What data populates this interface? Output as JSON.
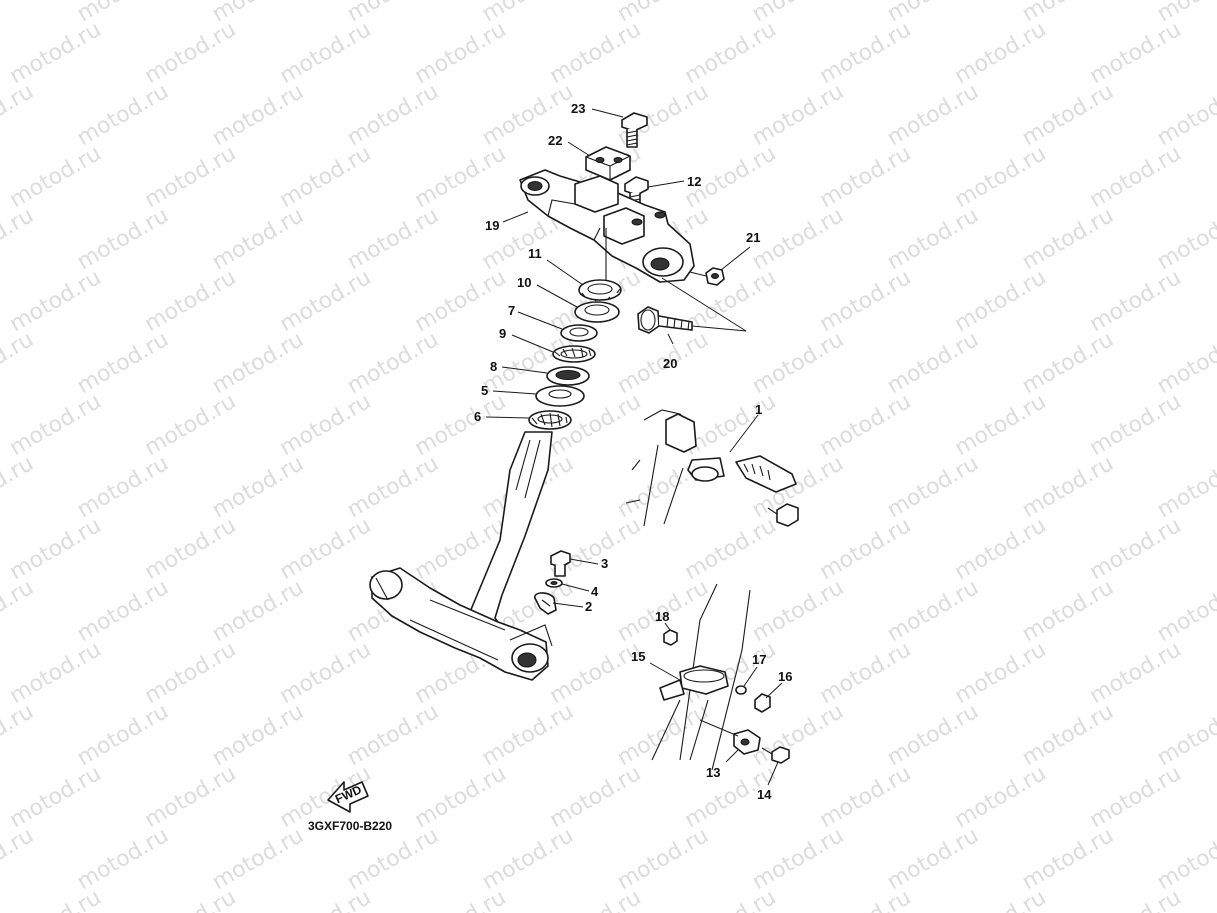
{
  "watermark": {
    "text": "motod.ru"
  },
  "diagram_code": "3GXF700-B220",
  "fwd_label": "FWD",
  "callouts": [
    {
      "id": "p23",
      "label": "23"
    },
    {
      "id": "p22",
      "label": "22"
    },
    {
      "id": "p12",
      "label": "12"
    },
    {
      "id": "p19",
      "label": "19"
    },
    {
      "id": "p21",
      "label": "21"
    },
    {
      "id": "p11",
      "label": "11"
    },
    {
      "id": "p10",
      "label": "10"
    },
    {
      "id": "p7",
      "label": "7"
    },
    {
      "id": "p9",
      "label": "9"
    },
    {
      "id": "p8",
      "label": "8"
    },
    {
      "id": "p5",
      "label": "5"
    },
    {
      "id": "p6",
      "label": "6"
    },
    {
      "id": "p20",
      "label": "20"
    },
    {
      "id": "p1",
      "label": "1"
    },
    {
      "id": "p3",
      "label": "3"
    },
    {
      "id": "p4",
      "label": "4"
    },
    {
      "id": "p2",
      "label": "2"
    },
    {
      "id": "p18",
      "label": "18"
    },
    {
      "id": "p15",
      "label": "15"
    },
    {
      "id": "p17",
      "label": "17"
    },
    {
      "id": "p16",
      "label": "16"
    },
    {
      "id": "p13",
      "label": "13"
    },
    {
      "id": "p14",
      "label": "14"
    }
  ]
}
